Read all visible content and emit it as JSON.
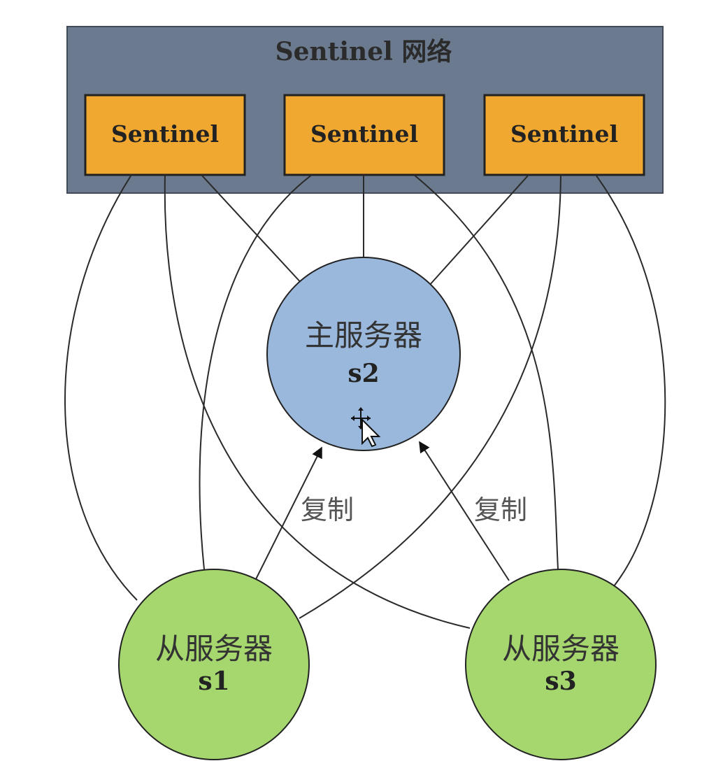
{
  "network": {
    "title": "Sentinel 网络"
  },
  "sentinels": [
    {
      "label": "Sentinel"
    },
    {
      "label": "Sentinel"
    },
    {
      "label": "Sentinel"
    }
  ],
  "master": {
    "title": "主服务器",
    "id": "s2"
  },
  "replicas": [
    {
      "title": "从服务器",
      "id": "s1"
    },
    {
      "title": "从服务器",
      "id": "s3"
    }
  ],
  "replication": {
    "left_label": "复制",
    "right_label": "复制"
  },
  "colors": {
    "network_bg": "#6b7a8e",
    "sentinel_fill": "#f0a830",
    "master_fill": "#9ab8dc",
    "replica_fill": "#a6d66e",
    "edge": "#2a2a2a"
  }
}
